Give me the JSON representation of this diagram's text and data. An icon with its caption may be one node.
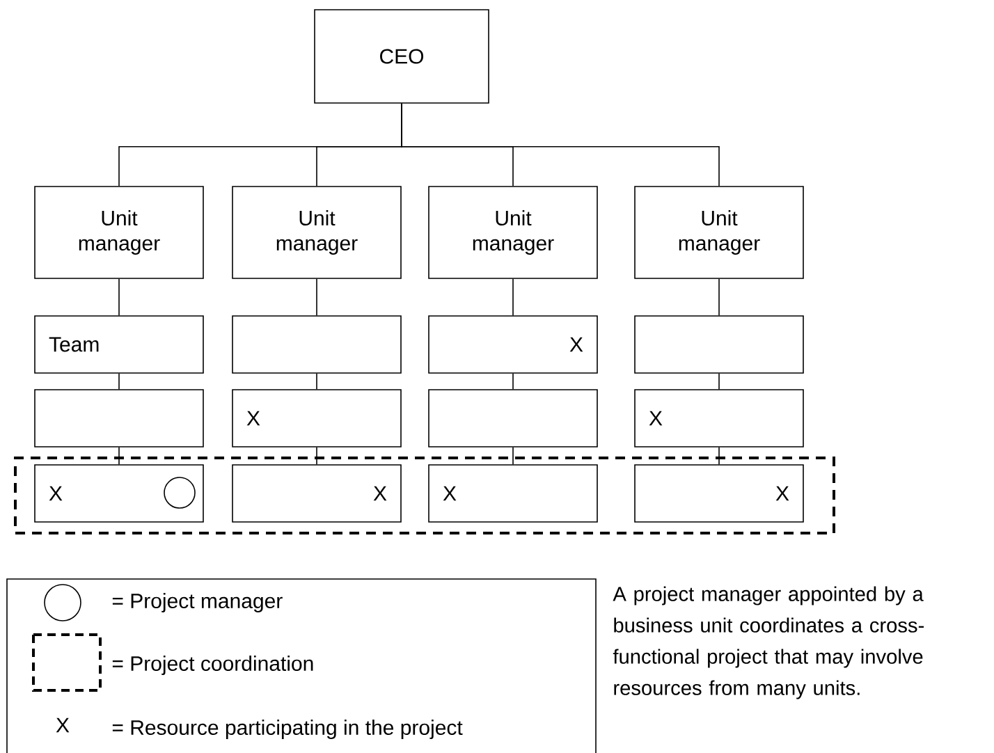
{
  "diagram": {
    "nodes": [
      {
        "text": [
          "CEO"
        ]
      },
      {
        "text": [
          "Unit manager"
        ]
      },
      {
        "text": [
          "Unit manager"
        ]
      },
      {
        "text": [
          "Unit manager"
        ]
      },
      {
        "text": [
          "Unit manager"
        ]
      },
      {
        "text": [
          "Team"
        ]
      },
      {
        "text": [],
        "shape": "box"
      },
      {
        "text": [
          "X"
        ]
      },
      {
        "text": [],
        "shape": "box"
      },
      {
        "text": [],
        "shape": "box"
      },
      {
        "text": [
          "X"
        ]
      },
      {
        "text": [],
        "shape": "box"
      },
      {
        "text": [
          "X"
        ]
      },
      {
        "text": [],
        "shape": "box"
      },
      {
        "text": [
          "X"
        ],
        "in": 13
      },
      {
        "text": [
          "X"
        ],
        "in": 13
      },
      {
        "text": [
          "X"
        ],
        "in": 13
      },
      {
        "text": [
          "X"
        ],
        "in": 13
      },
      {
        "text": [],
        "shape": "circle",
        "in": 14
      }
    ],
    "edges": [
      {
        "from": 0,
        "to": 1,
        "arrow": "none"
      },
      {
        "from": 0,
        "to": 2,
        "arrow": "none"
      },
      {
        "from": 0,
        "to": 3,
        "arrow": "none"
      },
      {
        "from": 0,
        "to": 4,
        "arrow": "none"
      },
      {
        "from": 1,
        "to": 5,
        "arrow": "none"
      },
      {
        "from": 2,
        "to": 6,
        "arrow": "none"
      },
      {
        "from": 3,
        "to": 7,
        "arrow": "none"
      },
      {
        "from": 4,
        "to": 8,
        "arrow": "none"
      },
      {
        "from": 5,
        "to": 9,
        "arrow": "none"
      },
      {
        "from": 6,
        "to": 10,
        "arrow": "none"
      },
      {
        "from": 7,
        "to": 11,
        "arrow": "none"
      },
      {
        "from": 8,
        "to": 12,
        "arrow": "none"
      },
      {
        "from": 9,
        "to": 14,
        "arrow": "none"
      },
      {
        "from": 10,
        "to": 15,
        "arrow": "none"
      },
      {
        "from": 11,
        "to": 16,
        "arrow": "none"
      },
      {
        "from": 12,
        "to": 17,
        "arrow": "none"
      }
    ],
    "labels": [
      "X",
      "A project manager appointed by a business unit coordinates a cross-functional project that may involve resources from many units."
    ],
    "legend": [
      {
        "text": "= Project manager"
      },
      {
        "text": "= Project coordination"
      },
      {
        "text": "= Resource participating in the project"
      }
    ]
  }
}
